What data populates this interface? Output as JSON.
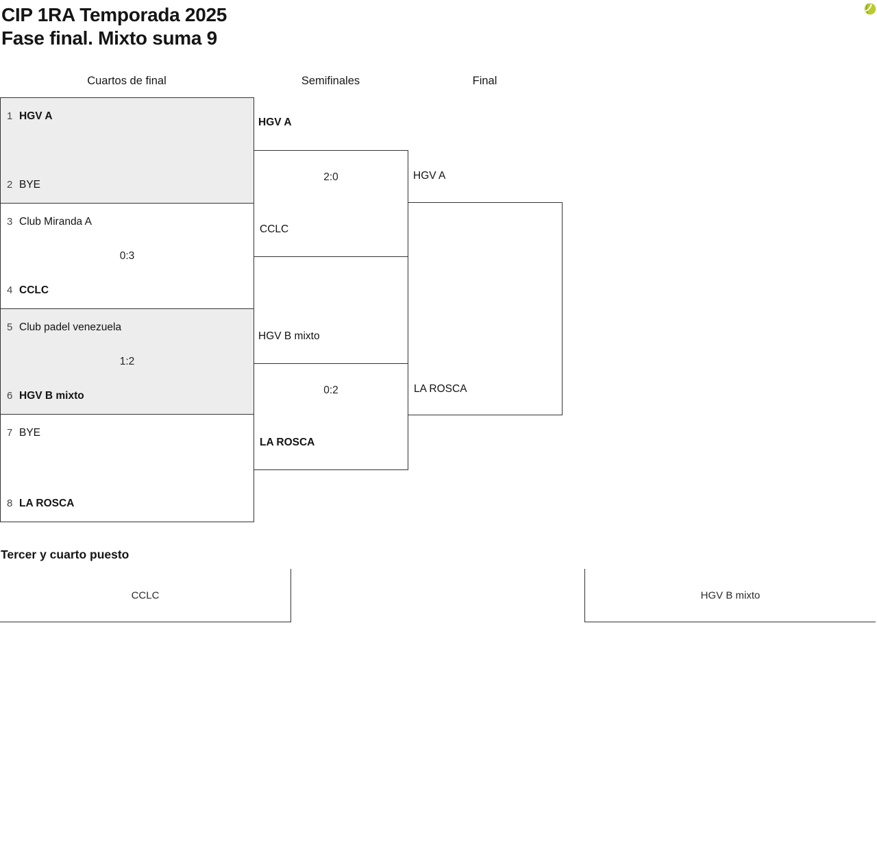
{
  "header": {
    "title": "CIP 1RA Temporada 2025",
    "subtitle": "Fase final. Mixto suma 9"
  },
  "round_headers": {
    "quarterfinals": "Cuartos de final",
    "semifinals": "Semifinales",
    "final": "Final"
  },
  "quarterfinals": [
    {
      "top_seed": "1",
      "top_team": "HGV A",
      "bottom_seed": "2",
      "bottom_team": "BYE",
      "score": "",
      "winner": "top"
    },
    {
      "top_seed": "3",
      "top_team": "Club Miranda A",
      "bottom_seed": "4",
      "bottom_team": "CCLC",
      "score": "0:3",
      "winner": "bottom"
    },
    {
      "top_seed": "5",
      "top_team": "Club padel venezuela",
      "bottom_seed": "6",
      "bottom_team": "HGV B mixto",
      "score": "1:2",
      "winner": "bottom"
    },
    {
      "top_seed": "7",
      "top_team": "BYE",
      "bottom_seed": "8",
      "bottom_team": "LA ROSCA",
      "score": "",
      "winner": "bottom"
    }
  ],
  "semifinals": [
    {
      "top_team": "HGV A",
      "bottom_team": "CCLC",
      "score": "2:0",
      "winner_team": "HGV A"
    },
    {
      "top_team": "HGV B mixto",
      "bottom_team": "LA ROSCA",
      "score": "0:2",
      "winner_team": "LA ROSCA"
    }
  ],
  "final": {
    "top_team": "HGV A",
    "bottom_team": "LA ROSCA",
    "score": ""
  },
  "third_place": {
    "heading": "Tercer y cuarto puesto",
    "left_team": "CCLC",
    "right_team": "HGV B mixto"
  },
  "colors": {
    "shaded_box_fill": "#ededed",
    "border": "#333333",
    "ball_green": "#b9cb2d",
    "ball_shadow_green": "#8ea31f"
  }
}
